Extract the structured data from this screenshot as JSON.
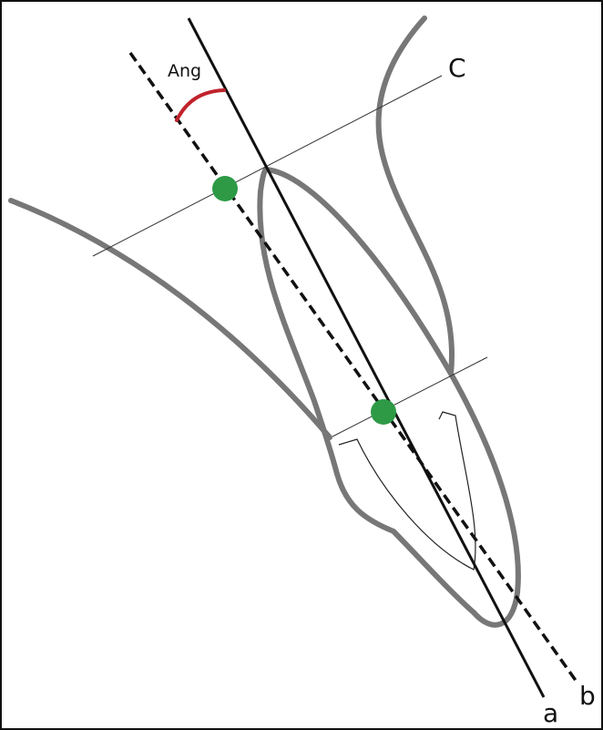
{
  "diagram": {
    "labels": {
      "line_a": "a",
      "line_b": "b",
      "line_c": "C",
      "angle": "Ang"
    },
    "colors": {
      "outline": "#777777",
      "axis_line": "#111111",
      "thin_line": "#333333",
      "angle_arc": "#c0232c",
      "marker": "#2e9a46",
      "border": "#111111"
    }
  }
}
